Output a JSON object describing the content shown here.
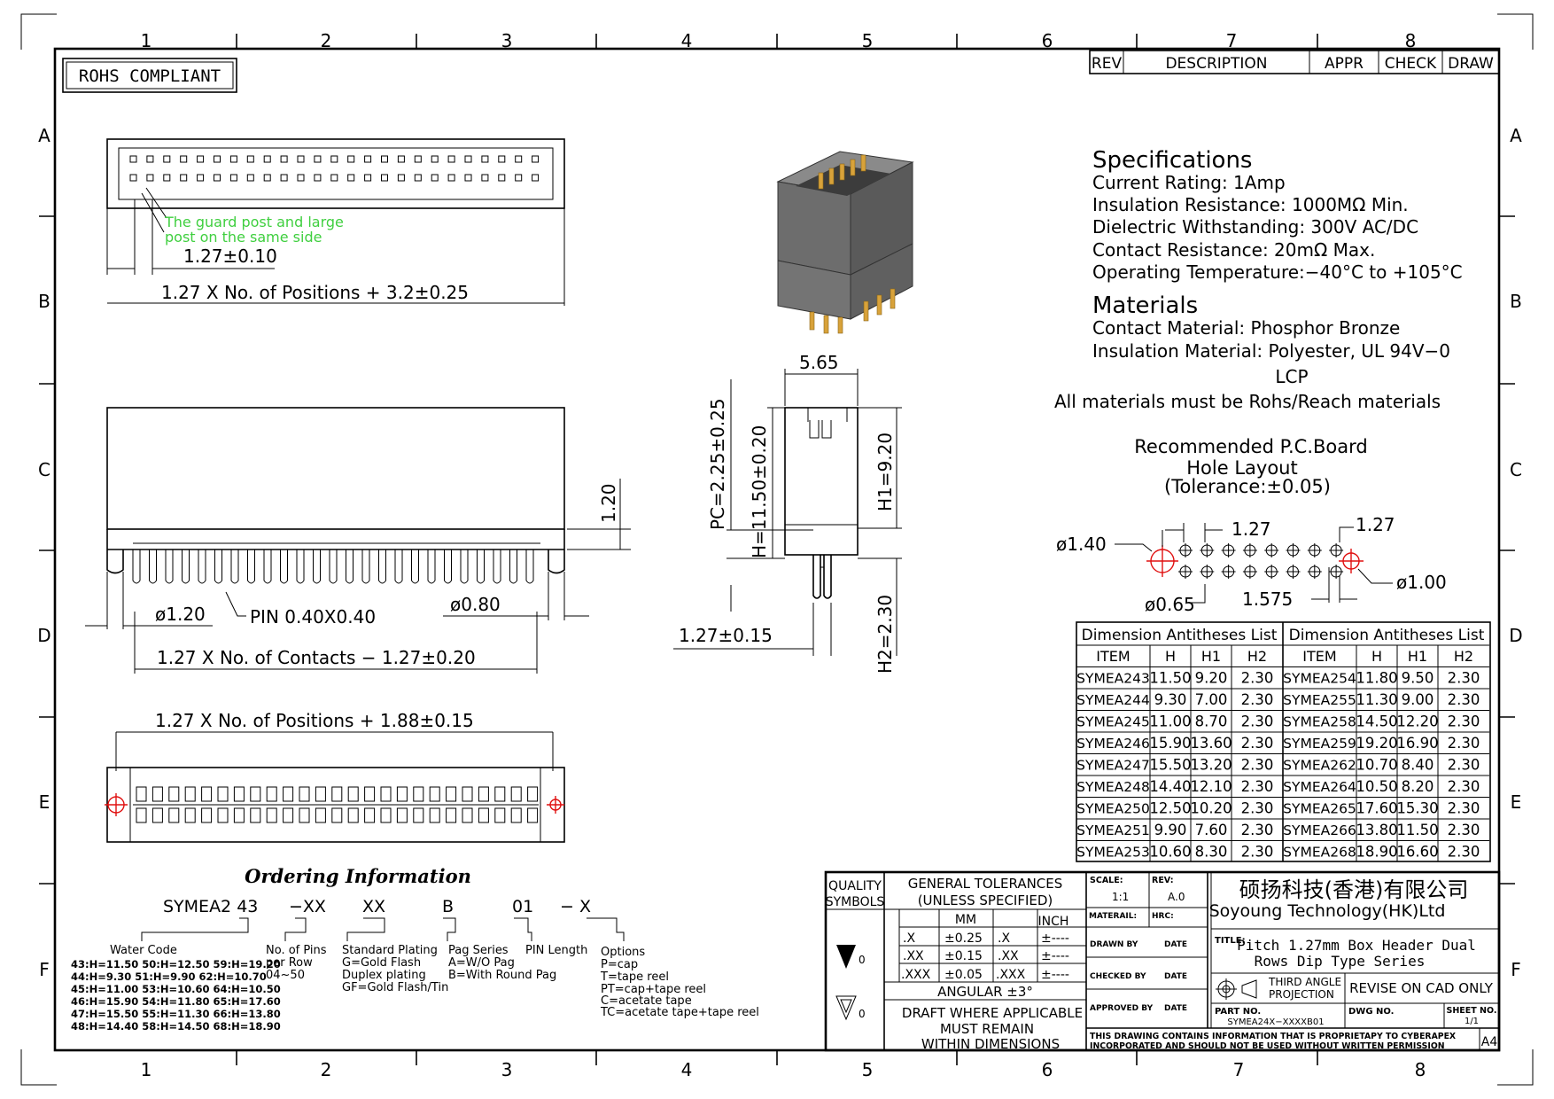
{
  "border": {
    "columns": [
      "1",
      "2",
      "3",
      "4",
      "5",
      "6",
      "7",
      "8"
    ],
    "rows": [
      "A",
      "B",
      "C",
      "D",
      "E",
      "F"
    ]
  },
  "badge": "ROHS COMPLIANT",
  "revision_table": {
    "rev": "REV",
    "description": "DESCRIPTION",
    "appr": "APPR",
    "check": "CHECK",
    "draw": "DRAW"
  },
  "top_view": {
    "guard_note_1": "The guard post and large",
    "guard_note_2": "post on the same side",
    "dim_pitch": "1.27±0.10",
    "dim_length": "1.27 X No. of Positions + 3.2±0.25"
  },
  "side_view": {
    "dim_height": "1.20",
    "dim_pin_dia": "ø1.20",
    "dim_pin": "PIN 0.40X0.40",
    "dim_post": "ø0.80",
    "dim_contacts": "1.27 X No. of Contacts − 1.27±0.20"
  },
  "bottom_view": {
    "dim_length": "1.27 X No. of Positions + 1.88±0.15"
  },
  "end_view": {
    "dim_width": "5.65",
    "dim_pc": "PC=2.25±0.25",
    "dim_h": "H=11.50±0.20",
    "dim_h1": "H1=9.20",
    "dim_h2": "H2=2.30",
    "dim_pitch": "1.27±0.15"
  },
  "specifications": {
    "title": "Specifications",
    "lines": [
      "Current Rating:   1Amp",
      "Insulation Resistance:   1000MΩ Min.",
      "Dielectric Withstanding:   300V AC/DC",
      "Contact Resistance:   20mΩ Max.",
      "Operating Temperature:−40°C to +105°C"
    ]
  },
  "materials": {
    "title": "Materials",
    "lines": [
      "Contact Material: Phosphor Bronze",
      "Insulation Material: Polyester, UL 94V−0",
      "LCP",
      "All materials must be Rohs/Reach materials"
    ]
  },
  "pcb_layout": {
    "title_1": "Recommended P.C.Board",
    "title_2": "Hole Layout",
    "title_3": "(Tolerance:±0.05)",
    "d_large": "ø1.40",
    "d_pitch": "1.27",
    "d_row": "1.27",
    "d_small": "ø1.00",
    "d_hole": "ø0.65",
    "d_offset": "1.575"
  },
  "dimension_table": {
    "caption": "Dimension Antitheses List",
    "headers": [
      "ITEM",
      "H",
      "H1",
      "H2"
    ],
    "left": [
      [
        "SYMEA243",
        "11.50",
        "9.20",
        "2.30"
      ],
      [
        "SYMEA244",
        "9.30",
        "7.00",
        "2.30"
      ],
      [
        "SYMEA245",
        "11.00",
        "8.70",
        "2.30"
      ],
      [
        "SYMEA246",
        "15.90",
        "13.60",
        "2.30"
      ],
      [
        "SYMEA247",
        "15.50",
        "13.20",
        "2.30"
      ],
      [
        "SYMEA248",
        "14.40",
        "12.10",
        "2.30"
      ],
      [
        "SYMEA250",
        "12.50",
        "10.20",
        "2.30"
      ],
      [
        "SYMEA251",
        "9.90",
        "7.60",
        "2.30"
      ],
      [
        "SYMEA253",
        "10.60",
        "8.30",
        "2.30"
      ]
    ],
    "right": [
      [
        "SYMEA254",
        "11.80",
        "9.50",
        "2.30"
      ],
      [
        "SYMEA255",
        "11.30",
        "9.00",
        "2.30"
      ],
      [
        "SYMEA258",
        "14.50",
        "12.20",
        "2.30"
      ],
      [
        "SYMEA259",
        "19.20",
        "16.90",
        "2.30"
      ],
      [
        "SYMEA262",
        "10.70",
        "8.40",
        "2.30"
      ],
      [
        "SYMEA264",
        "10.50",
        "8.20",
        "2.30"
      ],
      [
        "SYMEA265",
        "17.60",
        "15.30",
        "2.30"
      ],
      [
        "SYMEA266",
        "13.80",
        "11.50",
        "2.30"
      ],
      [
        "SYMEA268",
        "18.90",
        "16.60",
        "2.30"
      ]
    ]
  },
  "ordering": {
    "title": "Ordering Information",
    "parts": [
      "SYMEA2 43",
      "−XX",
      "XX",
      "B",
      "01",
      "− X"
    ],
    "water_code_title": "Water Code",
    "water_code": [
      "43:H=11.50 50:H=12.50 59:H=19.20",
      "44:H=9.30  51:H=9.90  62:H=10.70",
      "45:H=11.00 53:H=10.60 64:H=10.50",
      "46:H=15.90 54:H=11.80 65:H=17.60",
      "47:H=15.50 55:H=11.30 66:H=13.80",
      "48:H=14.40 58:H=14.50 68:H=18.90"
    ],
    "pins": [
      "No. of Pins",
      "per Row",
      "04~50"
    ],
    "plating": [
      "Standard Plating",
      "G=Gold Flash",
      "Duplex plating",
      "GF=Gold Flash/Tin"
    ],
    "pag": [
      "Pag Series",
      "A=W/O Pag",
      "B=With Round Pag"
    ],
    "pin_length": "PIN Length",
    "options": [
      "Options",
      "P=cap",
      "T=tape reel",
      "PT=cap+tape reel",
      "C=acetate tape",
      "TC=acetate tape+tape reel"
    ]
  },
  "title_block": {
    "quality_1": "QUALITY",
    "quality_2": "SYMBOLS",
    "sym_1": "0",
    "sym_2": "0",
    "tol_title_1": "GENERAL TOLERANCES",
    "tol_title_2": "(UNLESS SPECIFIED)",
    "mm": "MM",
    "inch": "INCH",
    "tol_rows": [
      [
        ".X",
        "±0.25",
        ".X",
        "±----"
      ],
      [
        ".XX",
        "±0.15",
        ".XX",
        "±----"
      ],
      [
        ".XXX",
        "±0.05",
        ".XXX",
        "±----"
      ]
    ],
    "angular": "ANGULAR ±3°",
    "draft_1": "DRAFT WHERE APPLICABLE",
    "draft_2": "MUST REMAIN",
    "draft_3": "WITHIN DIMENSIONS",
    "scale_label": "SCALE:",
    "scale_value": "1:1",
    "rev_label": "REV:",
    "rev_value": "A.0",
    "material_label": "MATERAIL:",
    "hrc_label": "HRC:",
    "drawn_by": "DRAWN BY",
    "checked_by": "CHECKED BY",
    "approved_by": "APPROVED BY",
    "date": "DATE",
    "company_cn": "硕扬科技(香港)有限公司",
    "company_en": "Soyoung Technology(HK)Ltd",
    "title_label": "TITLE:",
    "title_1": "Pitch 1.27mm Box Header Dual",
    "title_2": "Rows Dip Type  Series",
    "projection_1": "THIRD ANGLE",
    "projection_2": "PROJECTION",
    "revise": "REVISE ON CAD ONLY",
    "part_label": "PART NO.",
    "part_value": "SYMEA24X−XXXXB01",
    "dwg_label": "DWG NO.",
    "sheet_label": "SHEET NO.",
    "sheet_value": "1/1",
    "notice_1": "THIS DRAWING CONTAINS INFORMATION THAT IS PROPRIETAPY TO CYBERAPEX",
    "notice_2": "INCORPORATED AND SHOULD NOT BE USED WITHOUT WRITTEN PERMISSION",
    "paper": "A4"
  }
}
